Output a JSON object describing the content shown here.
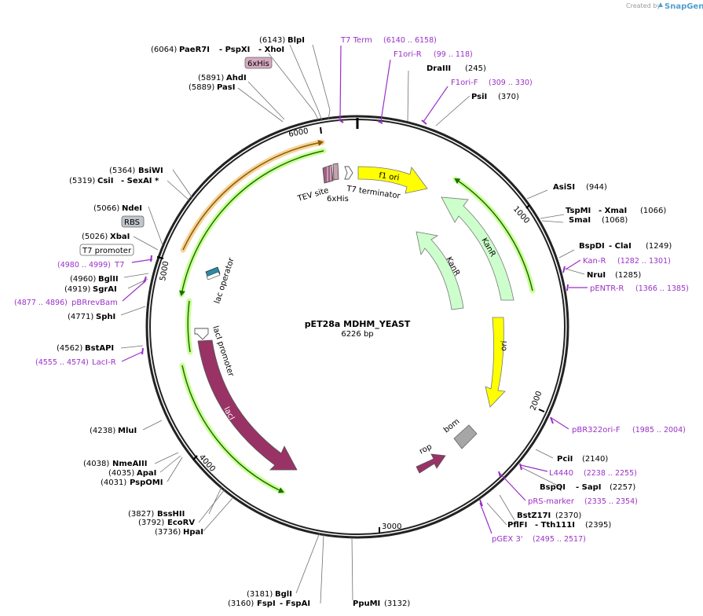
{
  "credit": {
    "created_by": "Created by",
    "brand": "SnapGene"
  },
  "center": {
    "name": "pET28a MDHM_YEAST",
    "size": "6226 bp"
  },
  "ticks": [
    "6000",
    "1000",
    "2000",
    "3000",
    "4000",
    "5000"
  ],
  "labels": {
    "l01": {
      "pos": "(6143)",
      "name": "BlpI"
    },
    "l02": {
      "pos": "(6064)",
      "name": "PaeR7I",
      "name2": "- PspXI",
      "name3": "- XhoI"
    },
    "l03": {
      "tag": "6xHis"
    },
    "l04": {
      "pos": "(5891)",
      "name": "AhdI"
    },
    "l05": {
      "pos": "(5889)",
      "name": "PasI"
    },
    "l06": {
      "name": "T7 Term",
      "pos": "(6140 .. 6158)"
    },
    "l07": {
      "name": "F1ori-R",
      "pos": "(99 .. 118)"
    },
    "l08": {
      "name": "DraIII",
      "pos": "(245)"
    },
    "l09": {
      "name": "F1ori-F",
      "pos": "(309 .. 330)"
    },
    "l10": {
      "name": "PsiI",
      "pos": "(370)"
    },
    "l11": {
      "pos": "(5364)",
      "name": "BsiWI"
    },
    "l12": {
      "pos": "(5319)",
      "name": "CsiI",
      "name2": "- SexAI *"
    },
    "l13": {
      "pos": "(5066)",
      "name": "NdeI"
    },
    "l14": {
      "tag": "RBS"
    },
    "l15": {
      "pos": "(5026)",
      "name": "XbaI"
    },
    "l16": {
      "tag": "T7 promoter"
    },
    "l17": {
      "pos": "(4980 .. 4999)",
      "name": "T7"
    },
    "l18": {
      "pos": "(4960)",
      "name": "BglII"
    },
    "l19": {
      "pos": "(4919)",
      "name": "SgrAI"
    },
    "l20": {
      "pos": "(4877 .. 4896)",
      "name": "pBRrevBam"
    },
    "l21": {
      "pos": "(4771)",
      "name": "SphI"
    },
    "l22": {
      "pos": "(4562)",
      "name": "BstAPI"
    },
    "l23": {
      "pos": "(4555 .. 4574)",
      "name": "LacI-R"
    },
    "l24": {
      "pos": "(4238)",
      "name": "MluI"
    },
    "l25": {
      "pos": "(4038)",
      "name": "NmeAIII"
    },
    "l26": {
      "pos": "(4035)",
      "name": "ApaI"
    },
    "l27": {
      "pos": "(4031)",
      "name": "PspOMI"
    },
    "l28": {
      "pos": "(3827)",
      "name": "BssHII"
    },
    "l29": {
      "pos": "(3792)",
      "name": "EcoRV"
    },
    "l30": {
      "pos": "(3736)",
      "name": "HpaI"
    },
    "l31": {
      "pos": "(3181)",
      "name": "BglI"
    },
    "l32": {
      "pos": "(3160)",
      "name": "FspI",
      "name2": "- FspAI"
    },
    "l33": {
      "name": "PpuMI",
      "pos": "(3132)"
    },
    "l34": {
      "name": "AsiSI",
      "pos": "(944)"
    },
    "l35": {
      "name": "TspMI",
      "name2": "- XmaI",
      "pos": "(1066)"
    },
    "l36": {
      "name": "SmaI",
      "pos": "(1068)"
    },
    "l37": {
      "name": "BspDI",
      "name2": "- ClaI",
      "pos": "(1249)"
    },
    "l38": {
      "name": "Kan-R",
      "pos": "(1282 .. 1301)"
    },
    "l39": {
      "name": "NruI",
      "pos": "(1285)"
    },
    "l40": {
      "name": "pENTR-R",
      "pos": "(1366 .. 1385)"
    },
    "l41": {
      "name": "pBR322ori-F",
      "pos": "(1985 .. 2004)"
    },
    "l42": {
      "name": "PciI",
      "pos": "(2140)"
    },
    "l43": {
      "name": "L4440",
      "pos": "(2238 .. 2255)"
    },
    "l44": {
      "name": "BspQI",
      "name2": "- SapI",
      "pos": "(2257)"
    },
    "l45": {
      "name": "pRS-marker",
      "pos": "(2335 .. 2354)"
    },
    "l46": {
      "name": "BstZ17I",
      "pos": "(2370)"
    },
    "l47": {
      "name": "PflFI",
      "name2": "- Tth111I",
      "pos": "(2395)"
    },
    "l48": {
      "name": "pGEX 3'",
      "pos": "(2495 .. 2517)"
    }
  },
  "features": {
    "f1": "f1 ori",
    "f2": "KanR",
    "f3": "KanR",
    "f4": "ori",
    "f5": "bom",
    "f6": "rop",
    "f7": "lacI",
    "f8": "lacI promoter",
    "f9": "lac operator",
    "f10": "TEV site",
    "f11": "6xHis",
    "f12": "T7 terminator"
  },
  "colors": {
    "f1_ori": "#ffff00",
    "kanr": "#ccffcc",
    "ori": "#ffff00",
    "bom": "#a6a6a6",
    "rop": "#993366",
    "laci": "#993366",
    "orf_green": "#008000",
    "orf_glow": "#ccff99",
    "orf_orange": "#d08000",
    "orf_glow_orange": "#f5d398",
    "primer": "#9b30c8"
  }
}
